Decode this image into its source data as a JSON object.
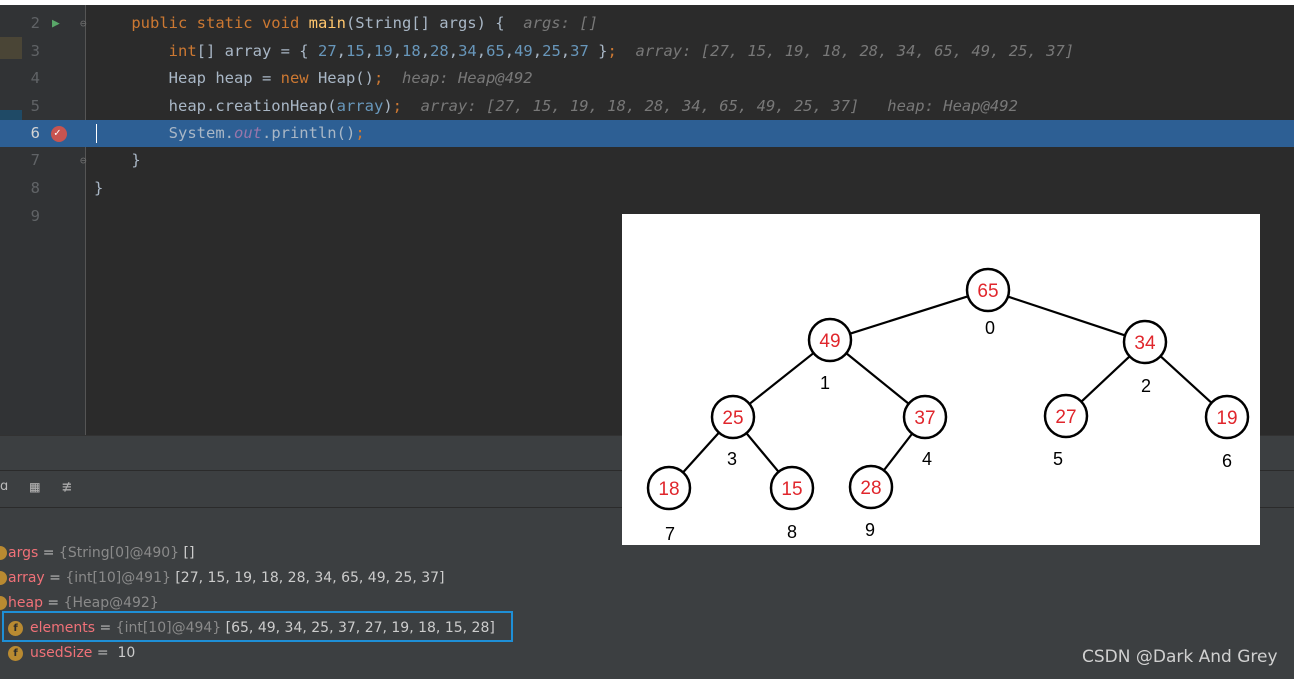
{
  "editor": {
    "lines": [
      {
        "num": "2",
        "parts": [
          {
            "t": "    "
          },
          {
            "t": "public static void ",
            "c": "kw"
          },
          {
            "t": "main",
            "c": "fn"
          },
          {
            "t": "(String[] args) {  "
          },
          {
            "t": "args: []",
            "c": "hint"
          }
        ]
      },
      {
        "num": "3",
        "parts": [
          {
            "t": "        "
          },
          {
            "t": "int",
            "c": "kw"
          },
          {
            "t": "[] array = { "
          },
          {
            "t": "27",
            "c": "num"
          },
          {
            "t": ","
          },
          {
            "t": "15",
            "c": "num"
          },
          {
            "t": ","
          },
          {
            "t": "19",
            "c": "num"
          },
          {
            "t": ","
          },
          {
            "t": "18",
            "c": "num"
          },
          {
            "t": ","
          },
          {
            "t": "28",
            "c": "num"
          },
          {
            "t": ","
          },
          {
            "t": "34",
            "c": "num"
          },
          {
            "t": ","
          },
          {
            "t": "65",
            "c": "num"
          },
          {
            "t": ","
          },
          {
            "t": "49",
            "c": "num"
          },
          {
            "t": ","
          },
          {
            "t": "25",
            "c": "num"
          },
          {
            "t": ","
          },
          {
            "t": "37",
            "c": "num"
          },
          {
            "t": " }"
          },
          {
            "t": ";",
            "c": "kw"
          },
          {
            "t": "  "
          },
          {
            "t": "array: [27, 15, 19, 18, 28, 34, 65, 49, 25, 37]",
            "c": "hint"
          }
        ]
      },
      {
        "num": "4",
        "parts": [
          {
            "t": "        Heap heap = "
          },
          {
            "t": "new ",
            "c": "kw"
          },
          {
            "t": "Heap()"
          },
          {
            "t": ";",
            "c": "kw"
          },
          {
            "t": "  "
          },
          {
            "t": "heap: Heap@492",
            "c": "hint"
          }
        ]
      },
      {
        "num": "5",
        "parts": [
          {
            "t": "        heap.creationHeap("
          },
          {
            "t": "array",
            "c": "num"
          },
          {
            "t": ")"
          },
          {
            "t": ";",
            "c": "kw"
          },
          {
            "t": "  "
          },
          {
            "t": "array: [27, 15, 19, 18, 28, 34, 65, 49, 25, 37]",
            "c": "hint"
          },
          {
            "t": "   "
          },
          {
            "t": "heap: Heap@492",
            "c": "hint"
          }
        ]
      },
      {
        "num": "6",
        "parts": [
          {
            "t": "        System."
          },
          {
            "t": "out",
            "c": "field"
          },
          {
            "t": ".println()"
          },
          {
            "t": ";",
            "c": "kw"
          }
        ],
        "highlight": true
      },
      {
        "num": "7",
        "parts": [
          {
            "t": "    }"
          }
        ]
      },
      {
        "num": "8",
        "parts": [
          {
            "t": "}"
          }
        ]
      },
      {
        "num": "9",
        "parts": []
      }
    ]
  },
  "debug": {
    "toolbar_fragment": "ɑ",
    "variables": [
      {
        "name": "args",
        "type": "{String[0]@490}",
        "value": " []"
      },
      {
        "name": "array",
        "type": "{int[10]@491}",
        "value": " [27, 15, 19, 18, 28, 34, 65, 49, 25, 37]"
      },
      {
        "name": "heap",
        "type": "{Heap@492}",
        "value": ""
      },
      {
        "name": "elements",
        "type": "{int[10]@494}",
        "value": " [65, 49, 34, 25, 37, 27, 19, 18, 15, 28]",
        "field_icon": "f"
      },
      {
        "name": "usedSize",
        "type": "",
        "value": " 10",
        "field_icon": "f"
      }
    ]
  },
  "heap_diagram": {
    "nodes": [
      {
        "value": "65",
        "index": "0"
      },
      {
        "value": "49",
        "index": "1"
      },
      {
        "value": "34",
        "index": "2"
      },
      {
        "value": "25",
        "index": "3"
      },
      {
        "value": "37",
        "index": "4"
      },
      {
        "value": "27",
        "index": "5"
      },
      {
        "value": "19",
        "index": "6"
      },
      {
        "value": "18",
        "index": "7"
      },
      {
        "value": "15",
        "index": "8"
      },
      {
        "value": "28",
        "index": "9"
      }
    ]
  },
  "watermark": "CSDN @Dark And Grey"
}
